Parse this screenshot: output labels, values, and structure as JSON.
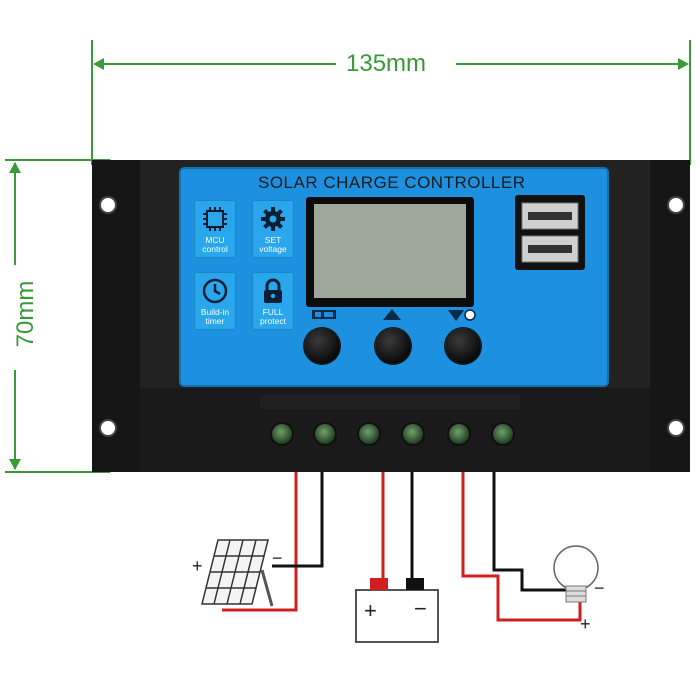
{
  "dimensions": {
    "width_label": "135mm",
    "height_label": "70mm",
    "color": "#3a9a3a"
  },
  "device": {
    "title": "SOLAR CHARGE CONTROLLER",
    "tiles": [
      {
        "icon": "chip-icon",
        "line1": "MCU",
        "line2": "control"
      },
      {
        "icon": "gear-icon",
        "line1": "SET",
        "line2": "voltage"
      },
      {
        "icon": "clock-icon",
        "line1": "Build-in",
        "line2": "timer"
      },
      {
        "icon": "lock-icon",
        "line1": "FULL",
        "line2": "protect"
      }
    ],
    "buttons": [
      "menu-button",
      "up-button",
      "down-button"
    ],
    "button_icons": [
      "menu-icon",
      "up-triangle-icon",
      "down-triangle-icon"
    ],
    "panel_color": "#1e90e0",
    "body_color": "#1b1b1b"
  },
  "wiring": {
    "plus": "+",
    "minus": "−",
    "components": [
      "solar-panel-icon",
      "battery-icon",
      "light-bulb-icon"
    ],
    "red": "#d11f1f",
    "black": "#111111"
  }
}
